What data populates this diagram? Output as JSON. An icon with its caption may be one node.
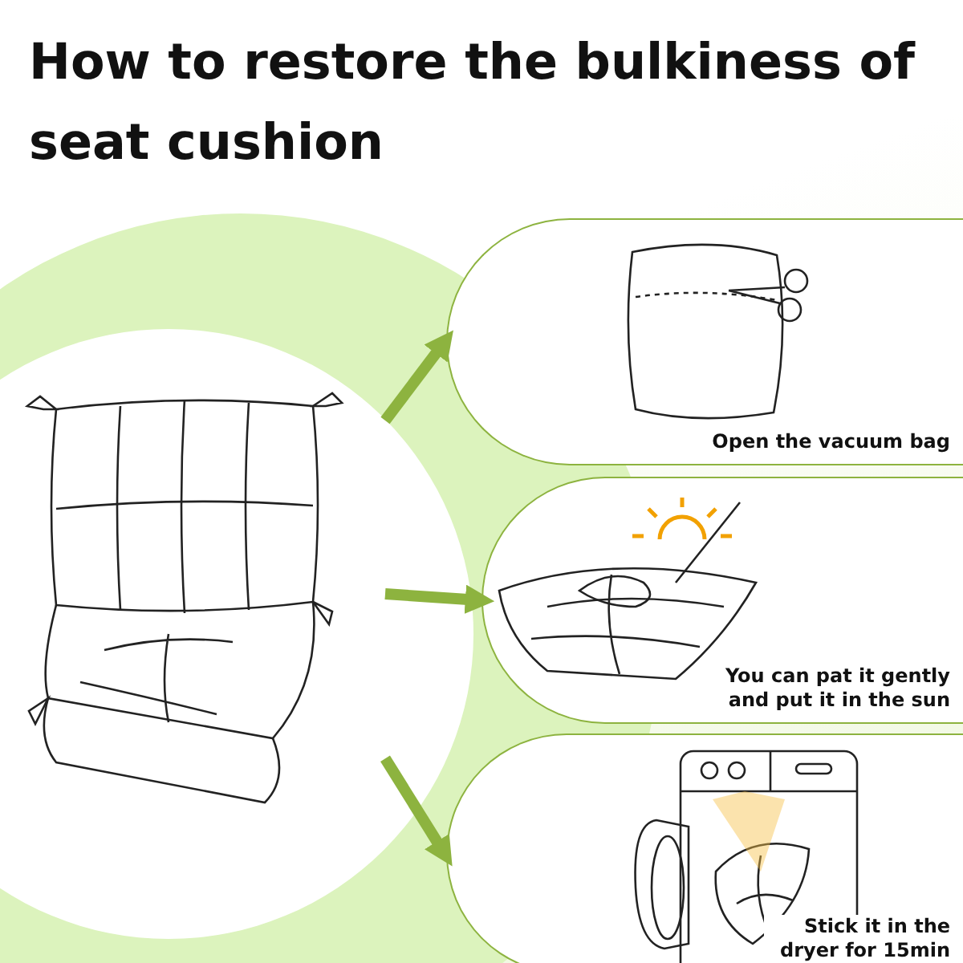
{
  "diagram": {
    "title": "How to restore the bulkiness of seat cushion",
    "nodes": [
      {
        "text": [],
        "shape": "picture"
      },
      {
        "text": [
          "Open the vacuum bag"
        ]
      },
      {
        "text": [
          "You can pat it gently and put it in the sun"
        ]
      },
      {
        "text": [
          "Stick it in the dryer for 15min"
        ]
      }
    ],
    "edges": [
      {
        "from": 0,
        "to": 1,
        "arrow": "to"
      },
      {
        "from": 0,
        "to": 2,
        "arrow": "to"
      },
      {
        "from": 0,
        "to": 3,
        "arrow": "to"
      }
    ]
  }
}
